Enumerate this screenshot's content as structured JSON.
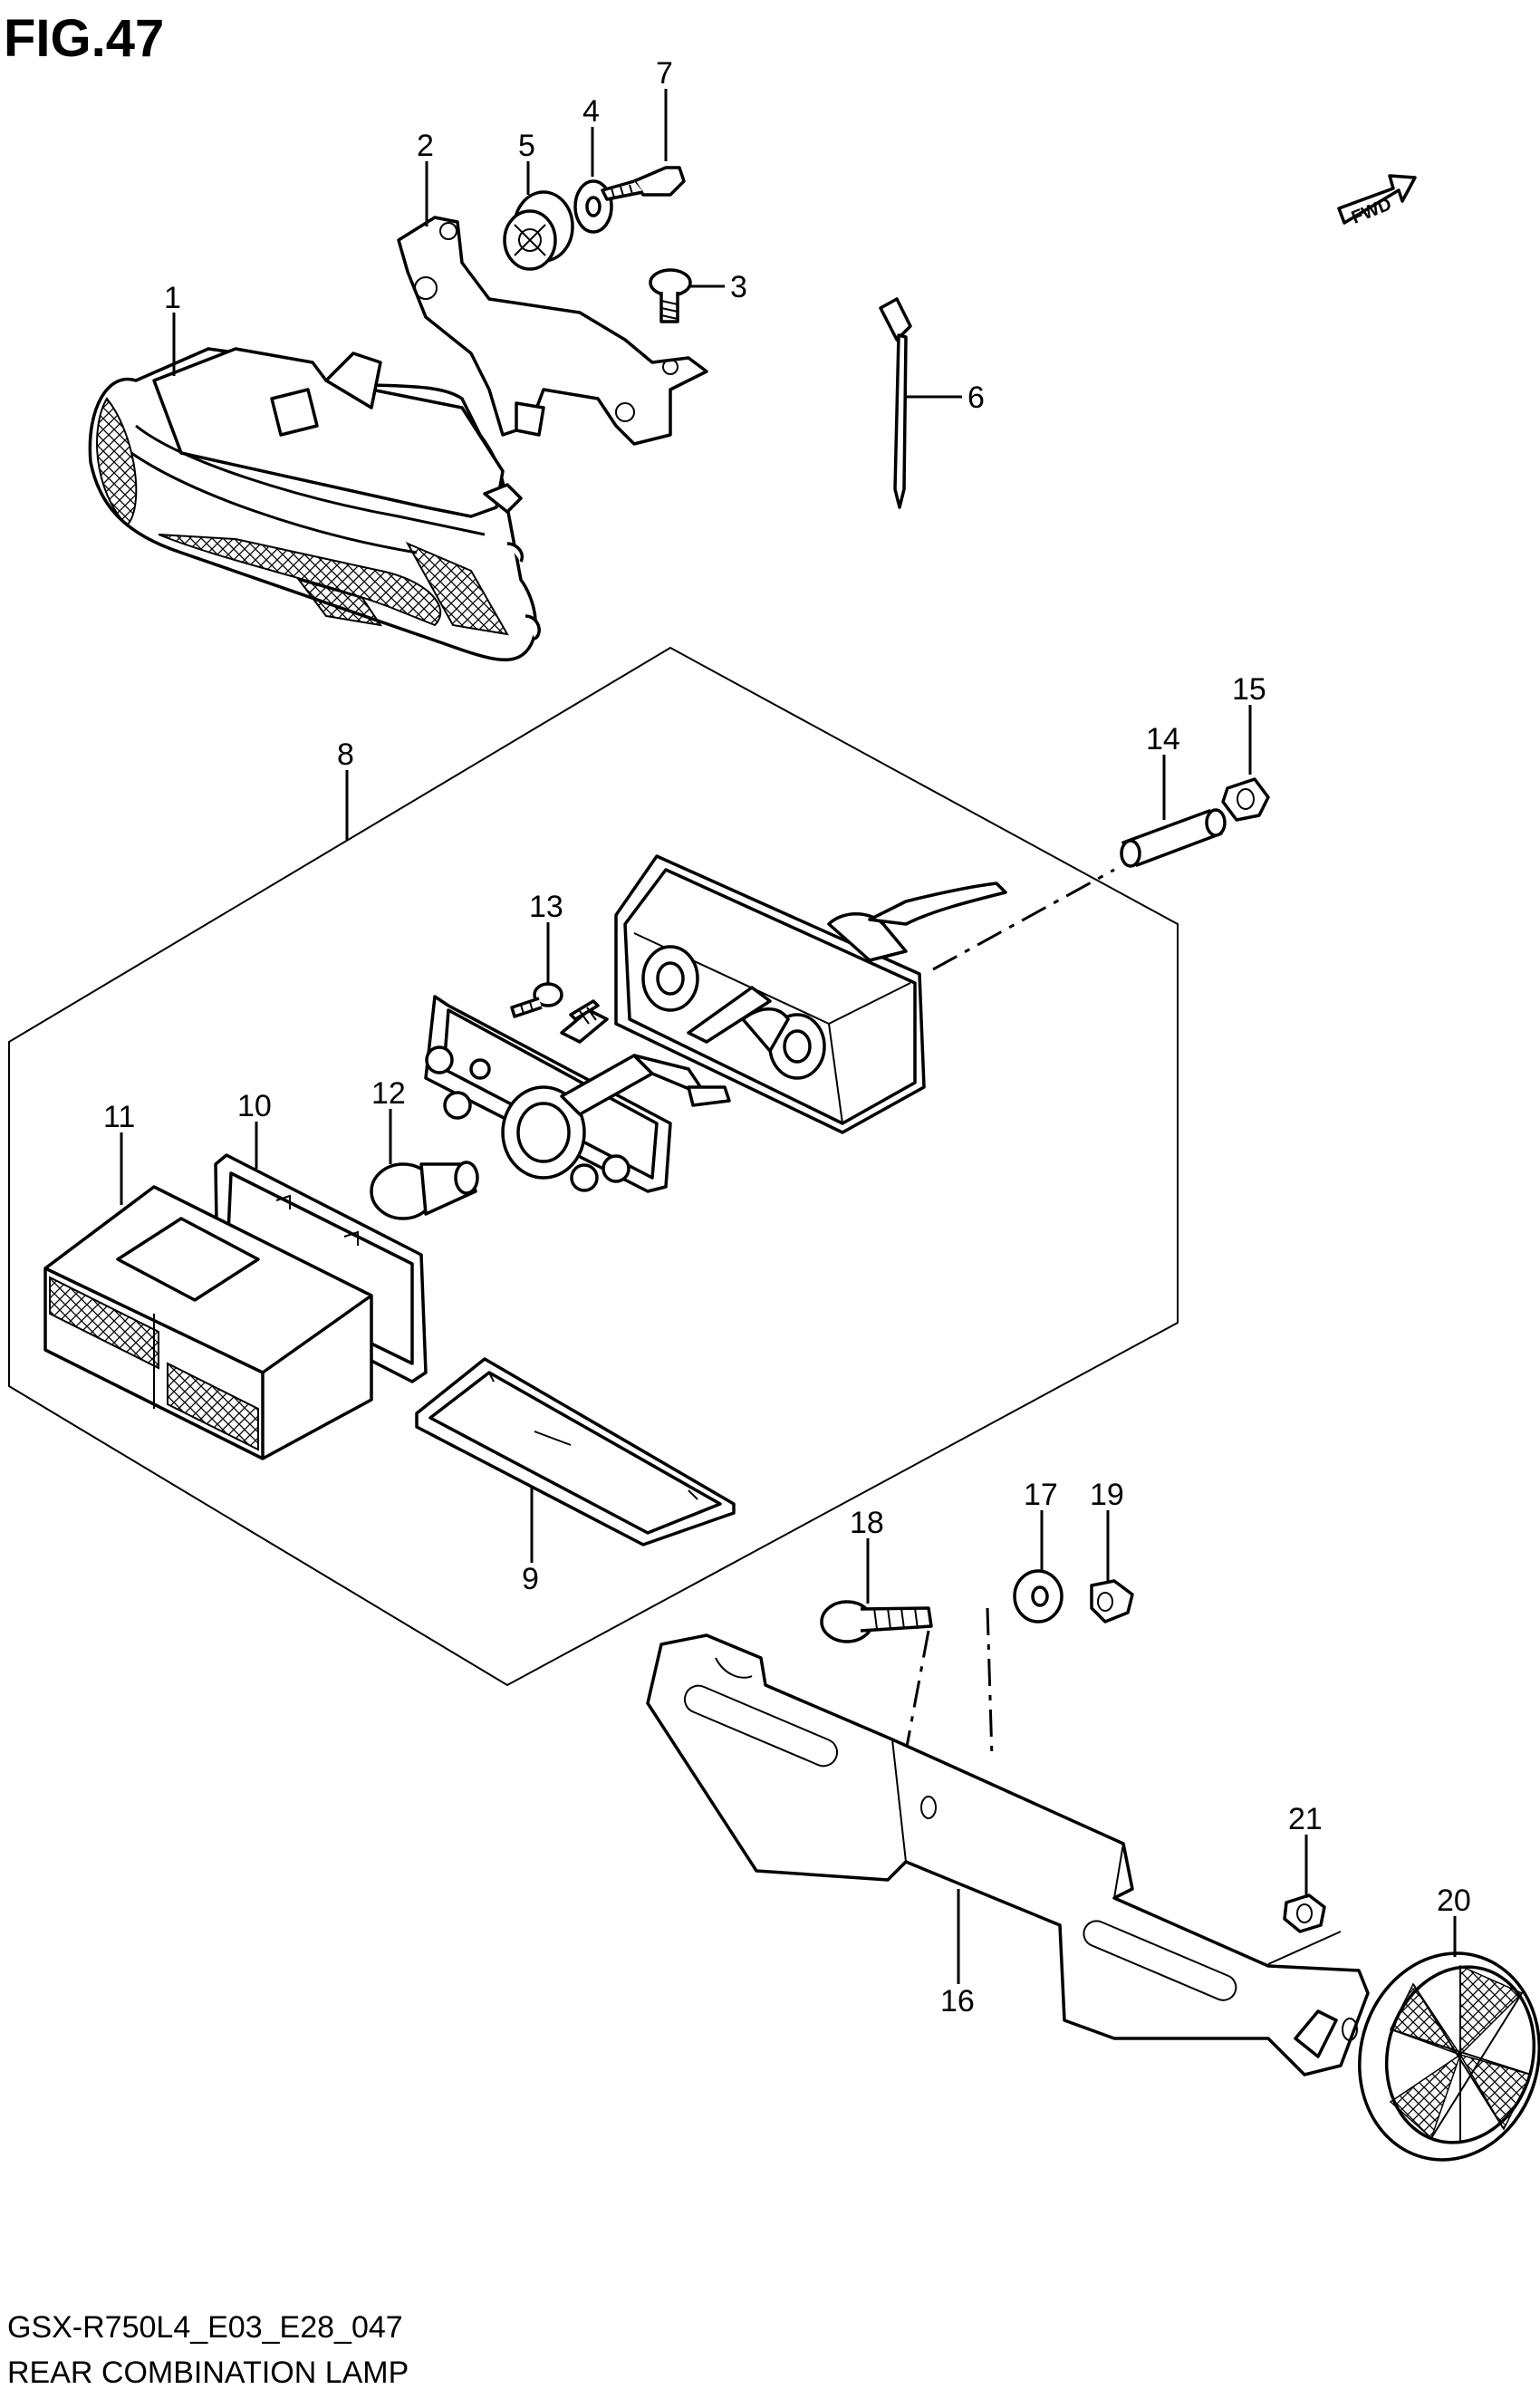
{
  "figure": {
    "title": "FIG.47",
    "model_code": "GSX-R750L4_E03_E28_047",
    "caption": "REAR COMBINATION LAMP",
    "direction_label": "FWD"
  },
  "callouts": [
    "1",
    "2",
    "3",
    "4",
    "5",
    "6",
    "7",
    "8",
    "9",
    "10",
    "11",
    "12",
    "13",
    "14",
    "15",
    "16",
    "17",
    "18",
    "19",
    "20",
    "21"
  ]
}
